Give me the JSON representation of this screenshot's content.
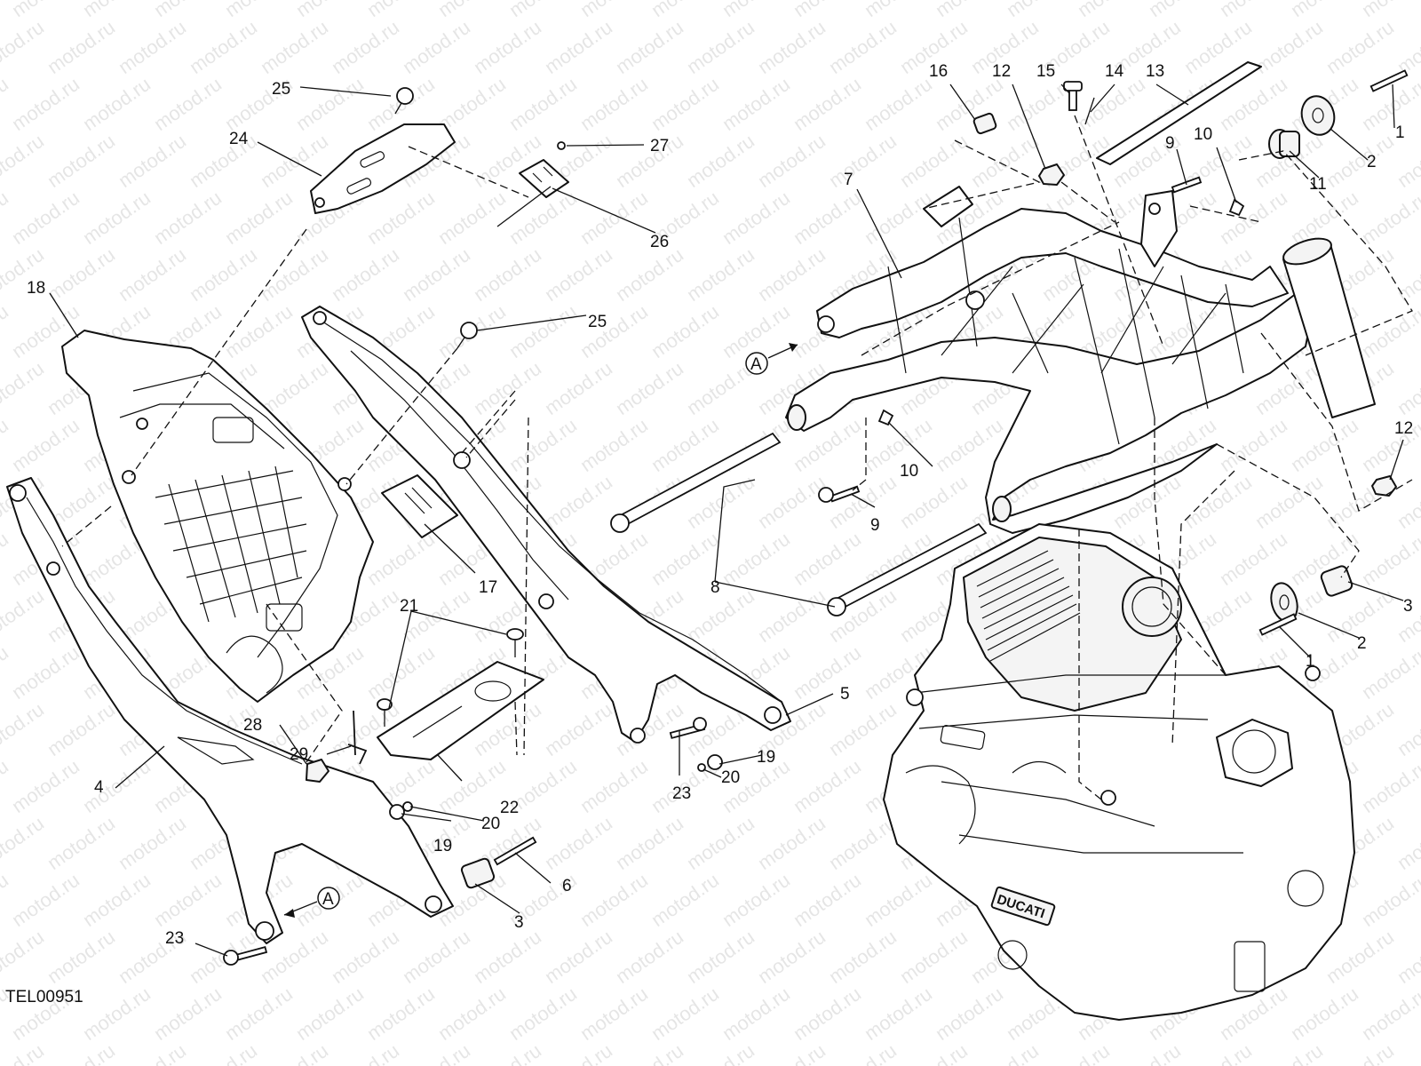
{
  "drawing_code": "TEL00951",
  "watermark": "motod.ru",
  "reference_marker": "A",
  "callouts": {
    "c1a": "1",
    "c1b": "1",
    "c2a": "2",
    "c2b": "2",
    "c3a": "3",
    "c3b": "3",
    "c4": "4",
    "c5": "5",
    "c6": "6",
    "c7": "7",
    "c8": "8",
    "c9a": "9",
    "c9b": "9",
    "c10a": "10",
    "c10b": "10",
    "c11": "11",
    "c12a": "12",
    "c12b": "12",
    "c13": "13",
    "c14": "14",
    "c15": "15",
    "c16": "16",
    "c17": "17",
    "c18": "18",
    "c19a": "19",
    "c19b": "19",
    "c20a": "20",
    "c20b": "20",
    "c21": "21",
    "c22": "22",
    "c23a": "23",
    "c23b": "23",
    "c24": "24",
    "c25a": "25",
    "c25b": "25",
    "c26": "26",
    "c27": "27",
    "c28": "28",
    "c29": "29"
  }
}
